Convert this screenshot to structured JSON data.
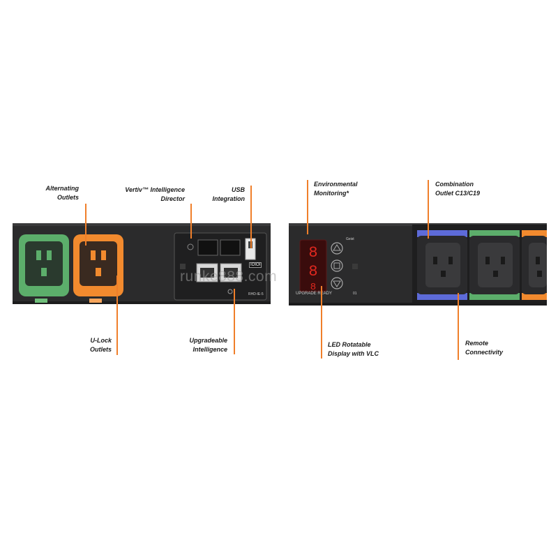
{
  "callouts": {
    "alternating_outlets": [
      "Alternating",
      "Outlets"
    ],
    "intelligence_director": [
      "Vertiv™ Intelligence",
      "Director"
    ],
    "usb_integration": [
      "USB",
      "Integration"
    ],
    "u_lock_outlets": [
      "U-Lock",
      "Outlets"
    ],
    "upgradeable_intelligence": [
      "Upgradeable",
      "Intelligence"
    ],
    "environmental_monitoring": [
      "Environmental",
      "Monitoring*"
    ],
    "combination_outlet": [
      "Combination",
      "Outlet C13/C19"
    ],
    "led_display": [
      "LED Rotatable",
      "Display with VLC"
    ],
    "remote_connectivity": [
      "Remote",
      "Connectivity"
    ]
  },
  "device_labels": {
    "upgrade_ready": "UPGRADE READY",
    "brand_mark": "Geist",
    "module_code": "RHD-IE-5",
    "usb_symbol": "IOIOI",
    "port_01": "01"
  },
  "watermark": "runke888.com",
  "colors": {
    "accent": "#f07f2a",
    "chassis": "#2b2b2c",
    "green_outlet": "#5cae6b",
    "orange_outlet": "#f28a2e",
    "blue_outlet": "#5d6bd9",
    "led_red": "#e0281f"
  }
}
